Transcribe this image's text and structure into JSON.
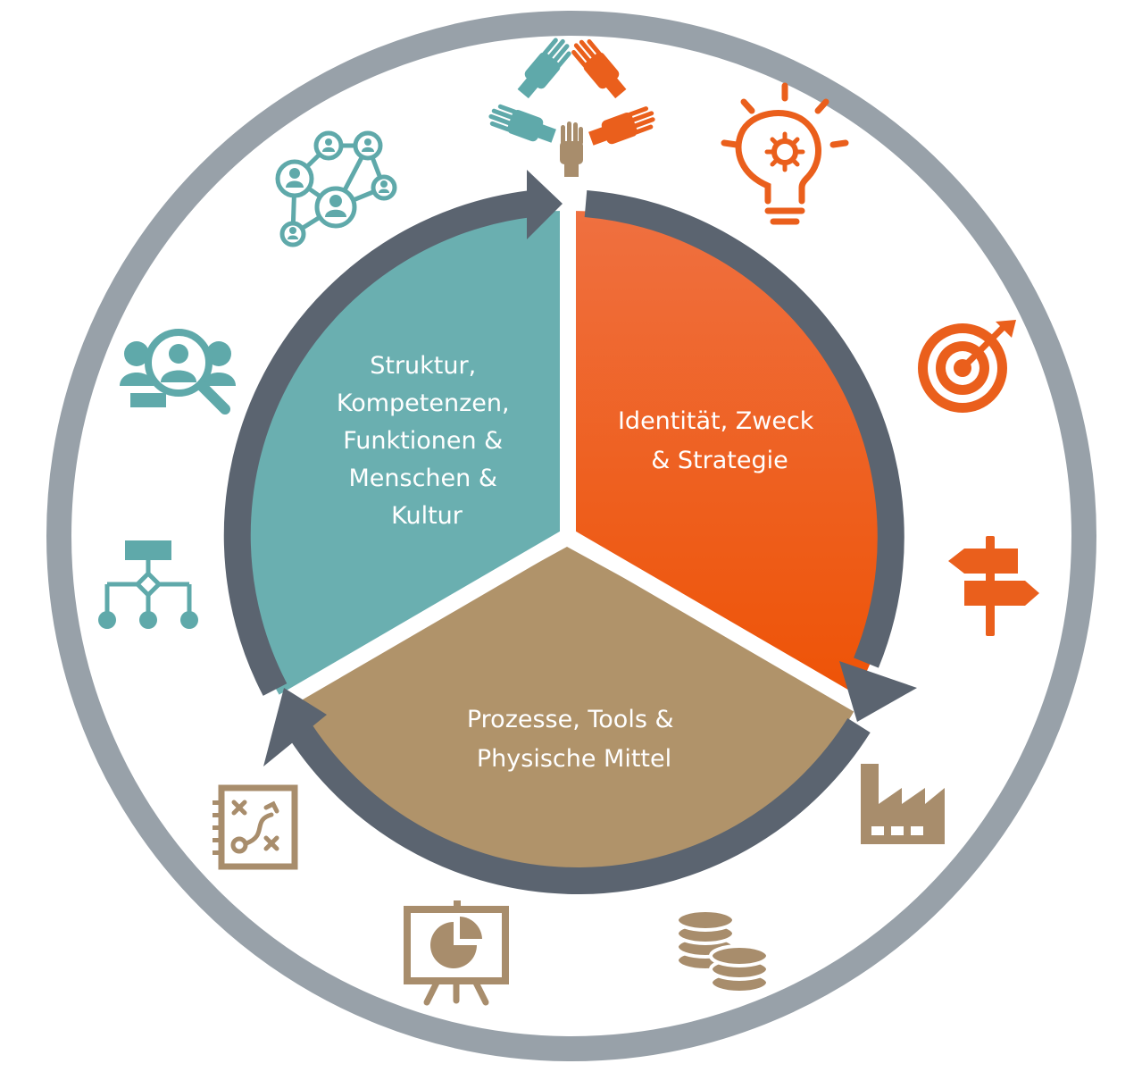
{
  "segments": {
    "structure": {
      "lines": [
        "Struktur,",
        "Kompetenzen,",
        "Funktionen &",
        "Menschen &",
        "Kultur"
      ],
      "color": "#6AAFB0"
    },
    "identity": {
      "lines": [
        "Identität, Zweck",
        "& Strategie"
      ],
      "color": "#F05A0F"
    },
    "processes": {
      "lines": [
        "Prozesse, Tools &",
        "Physische Mittel"
      ],
      "color": "#B0936A"
    }
  },
  "colors": {
    "outer_ring": "#98A1A9",
    "cycle_arrow": "#5B6470",
    "teal_icon": "#5FA9AA",
    "orange_icon": "#EA5F1C",
    "tan_icon": "#A88D6C"
  },
  "icons": [
    "hands-together-icon",
    "lightbulb-gear-icon",
    "target-icon",
    "signpost-icon",
    "factory-icon",
    "coins-icon",
    "presentation-chart-icon",
    "strategy-board-icon",
    "org-chart-icon",
    "people-search-icon",
    "network-icon"
  ]
}
